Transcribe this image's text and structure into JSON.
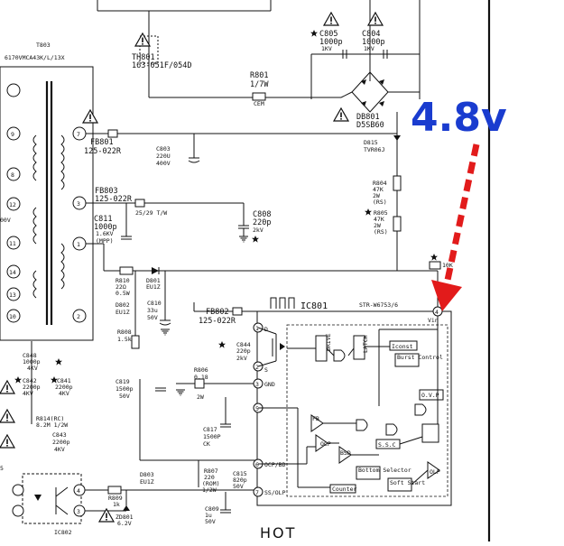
{
  "colors": {
    "annotation": "#1a3ccf",
    "arrow": "#e21b1b",
    "ink": "#111111"
  },
  "annotation": {
    "voltage": "4.8v"
  },
  "area_label": "HOT",
  "transformer": {
    "ref": "T803",
    "part": "6170VMCA43K/L/13X"
  },
  "components": {
    "th801": {
      "ref": "TH801",
      "value": "163-051F/054D"
    },
    "r801": {
      "ref": "R801",
      "value": "1/7W",
      "type": "CEM"
    },
    "c805": {
      "ref": "C805",
      "value": "1000p",
      "rating": "1KV"
    },
    "c804": {
      "ref": "C804",
      "value": "1000p",
      "rating": "1KV"
    },
    "db801": {
      "ref": "DB801",
      "value": "D5SB60"
    },
    "d815": {
      "ref": "D815",
      "value": "TVR06J"
    },
    "r804": {
      "ref": "R804",
      "value": "47K",
      "rating": "2W",
      "note": "(RS)"
    },
    "r805": {
      "ref": "R805",
      "value": "47K",
      "rating": "2W",
      "note": "(RS)"
    },
    "r10k": {
      "value": "10K"
    },
    "fb801": {
      "ref": "FB801",
      "value": "125-022R"
    },
    "c803": {
      "ref": "C803",
      "value": "220U",
      "rating": "400V"
    },
    "fb803": {
      "ref": "FB803",
      "value": "125-022R"
    },
    "ntc": {
      "value": "25/29 T/W"
    },
    "c808": {
      "ref": "C808",
      "value": "220p",
      "rating": "2kV"
    },
    "c811": {
      "ref": "C811",
      "value": "1000p",
      "rating": "1.6KV",
      "note": "(MPP)"
    },
    "r810": {
      "ref": "R810",
      "value": "22Ω",
      "rating": "0.5W"
    },
    "d801": {
      "ref": "D801",
      "value": "EU1Z"
    },
    "d802": {
      "ref": "D802",
      "value": "EU1Z"
    },
    "c810": {
      "ref": "C810",
      "value": "33u",
      "rating": "50V"
    },
    "r808": {
      "ref": "R808",
      "value": "1.5k"
    },
    "fb802": {
      "ref": "FB802",
      "value": "125-022R"
    },
    "c844": {
      "ref": "C844",
      "value": "220p",
      "rating": "2kV"
    },
    "r806": {
      "ref": "R806",
      "value": "0.18",
      "rating": "2W"
    },
    "c819": {
      "ref": "C819",
      "value": "1500p",
      "rating": "50V"
    },
    "c817": {
      "ref": "C817",
      "value": "1500P",
      "rating": "CK"
    },
    "d803": {
      "ref": "D803",
      "value": "EU1Z"
    },
    "r807": {
      "ref": "R807",
      "value": "220",
      "note": "(ROM)",
      "rating": "1/2W"
    },
    "c815": {
      "ref": "C815",
      "value": "820p",
      "rating": "50V"
    },
    "c809": {
      "ref": "C809",
      "value": "1u",
      "rating": "50V"
    },
    "r809": {
      "ref": "R809",
      "value": "1k"
    },
    "zd801": {
      "ref": "ZD801",
      "value": "6.2V"
    },
    "c848": {
      "ref": "C848",
      "value": "1000p",
      "rating": "4KV"
    },
    "c842": {
      "ref": "C842",
      "value": "2200p",
      "rating": "4KV"
    },
    "c841": {
      "ref": "C841",
      "value": "2200p",
      "rating": "4KV"
    },
    "r814": {
      "ref": "R814(RC)",
      "value": "8.2M 1/2W"
    },
    "c843": {
      "ref": "C843",
      "value": "2200p",
      "rating": "4KV"
    },
    "ic802": {
      "ref": "IC802"
    }
  },
  "ic801": {
    "ref": "IC801",
    "part": "STR-W6753/6",
    "pins": {
      "p1": "1",
      "p2": "2",
      "p3": "3",
      "p4": "4",
      "p5": "5",
      "p6": "6",
      "p7": "7",
      "d": "D",
      "s": "S",
      "gnd": "GND",
      "vin": "Vin",
      "ocp": "OCP/BD",
      "ss": "SS/OLP"
    },
    "blocks": {
      "drive": "DRIVE",
      "latch": "LATCH",
      "iconst": "Iconst",
      "burst": "Burst Control",
      "ovp": "O.V.P",
      "fb": "FB",
      "ocp": "OCP",
      "bsd": "BSD",
      "ssc": "S.S.C",
      "bottom": "Bottom Selector",
      "counter": "Counter",
      "soft_start": "Soft Start",
      "olp": "OLP"
    }
  },
  "transformer_pins": [
    "8",
    "9",
    "11",
    "12",
    "14",
    "13",
    "10",
    "7",
    "3",
    "1",
    "2"
  ],
  "misc": {
    "voltage_fragment": "00V",
    "left_edge_number": "5",
    "warning_icon": "warning-triangle-icon",
    "star_icon": "star-icon"
  }
}
